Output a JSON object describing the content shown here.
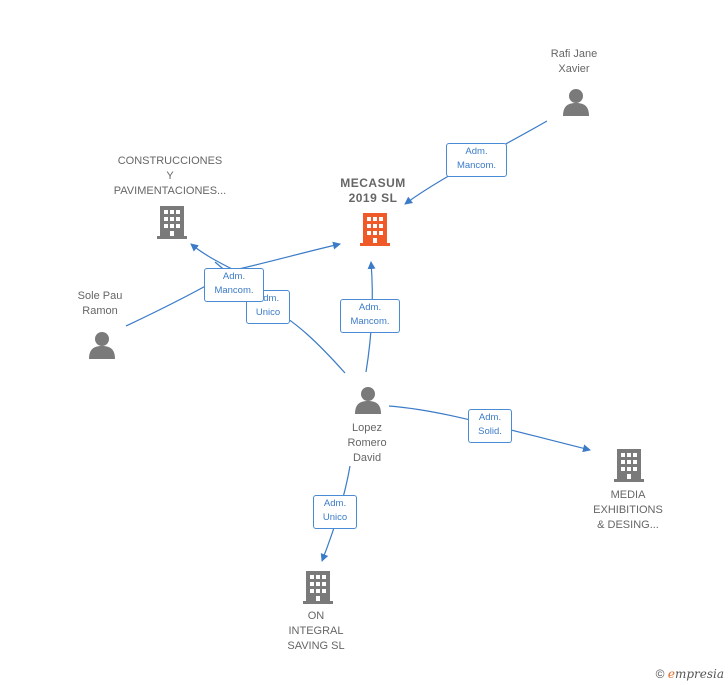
{
  "colors": {
    "edge": "#3b7bc8",
    "person": "#7a7a7a",
    "company": "#7a7a7a",
    "focus_company": "#f05a28"
  },
  "nodes": {
    "mecasum": {
      "label": "MECASUM\n2019  SL",
      "icon": "building-icon",
      "focus": true
    },
    "rafi": {
      "label": "Rafi Jane\nXavier",
      "icon": "person-icon"
    },
    "construcciones": {
      "label": "CONSTRUCCIONES\nY\nPAVIMENTACIONES...",
      "icon": "building-icon"
    },
    "sole": {
      "label": "Sole Pau\nRamon",
      "icon": "person-icon"
    },
    "lopez": {
      "label": "Lopez\nRomero\nDavid",
      "icon": "person-icon"
    },
    "media": {
      "label": "MEDIA\nEXHIBITIONS\n& DESING...",
      "icon": "building-icon"
    },
    "on_integral": {
      "label": "ON\nINTEGRAL\nSAVING  SL",
      "icon": "building-icon"
    }
  },
  "edges": {
    "rafi_mecasum": "Adm.\nMancom.",
    "sole_mancom": "Adm.\nMancom.",
    "lopez_construcciones": "Adm.\nUnico",
    "lopez_mecasum": "Adm.\nMancom.",
    "lopez_media": "Adm.\nSolid.",
    "lopez_on": "Adm.\nUnico"
  },
  "footer": {
    "copyright": "©",
    "brand_e": "e",
    "brand_rest": "mpresia"
  }
}
